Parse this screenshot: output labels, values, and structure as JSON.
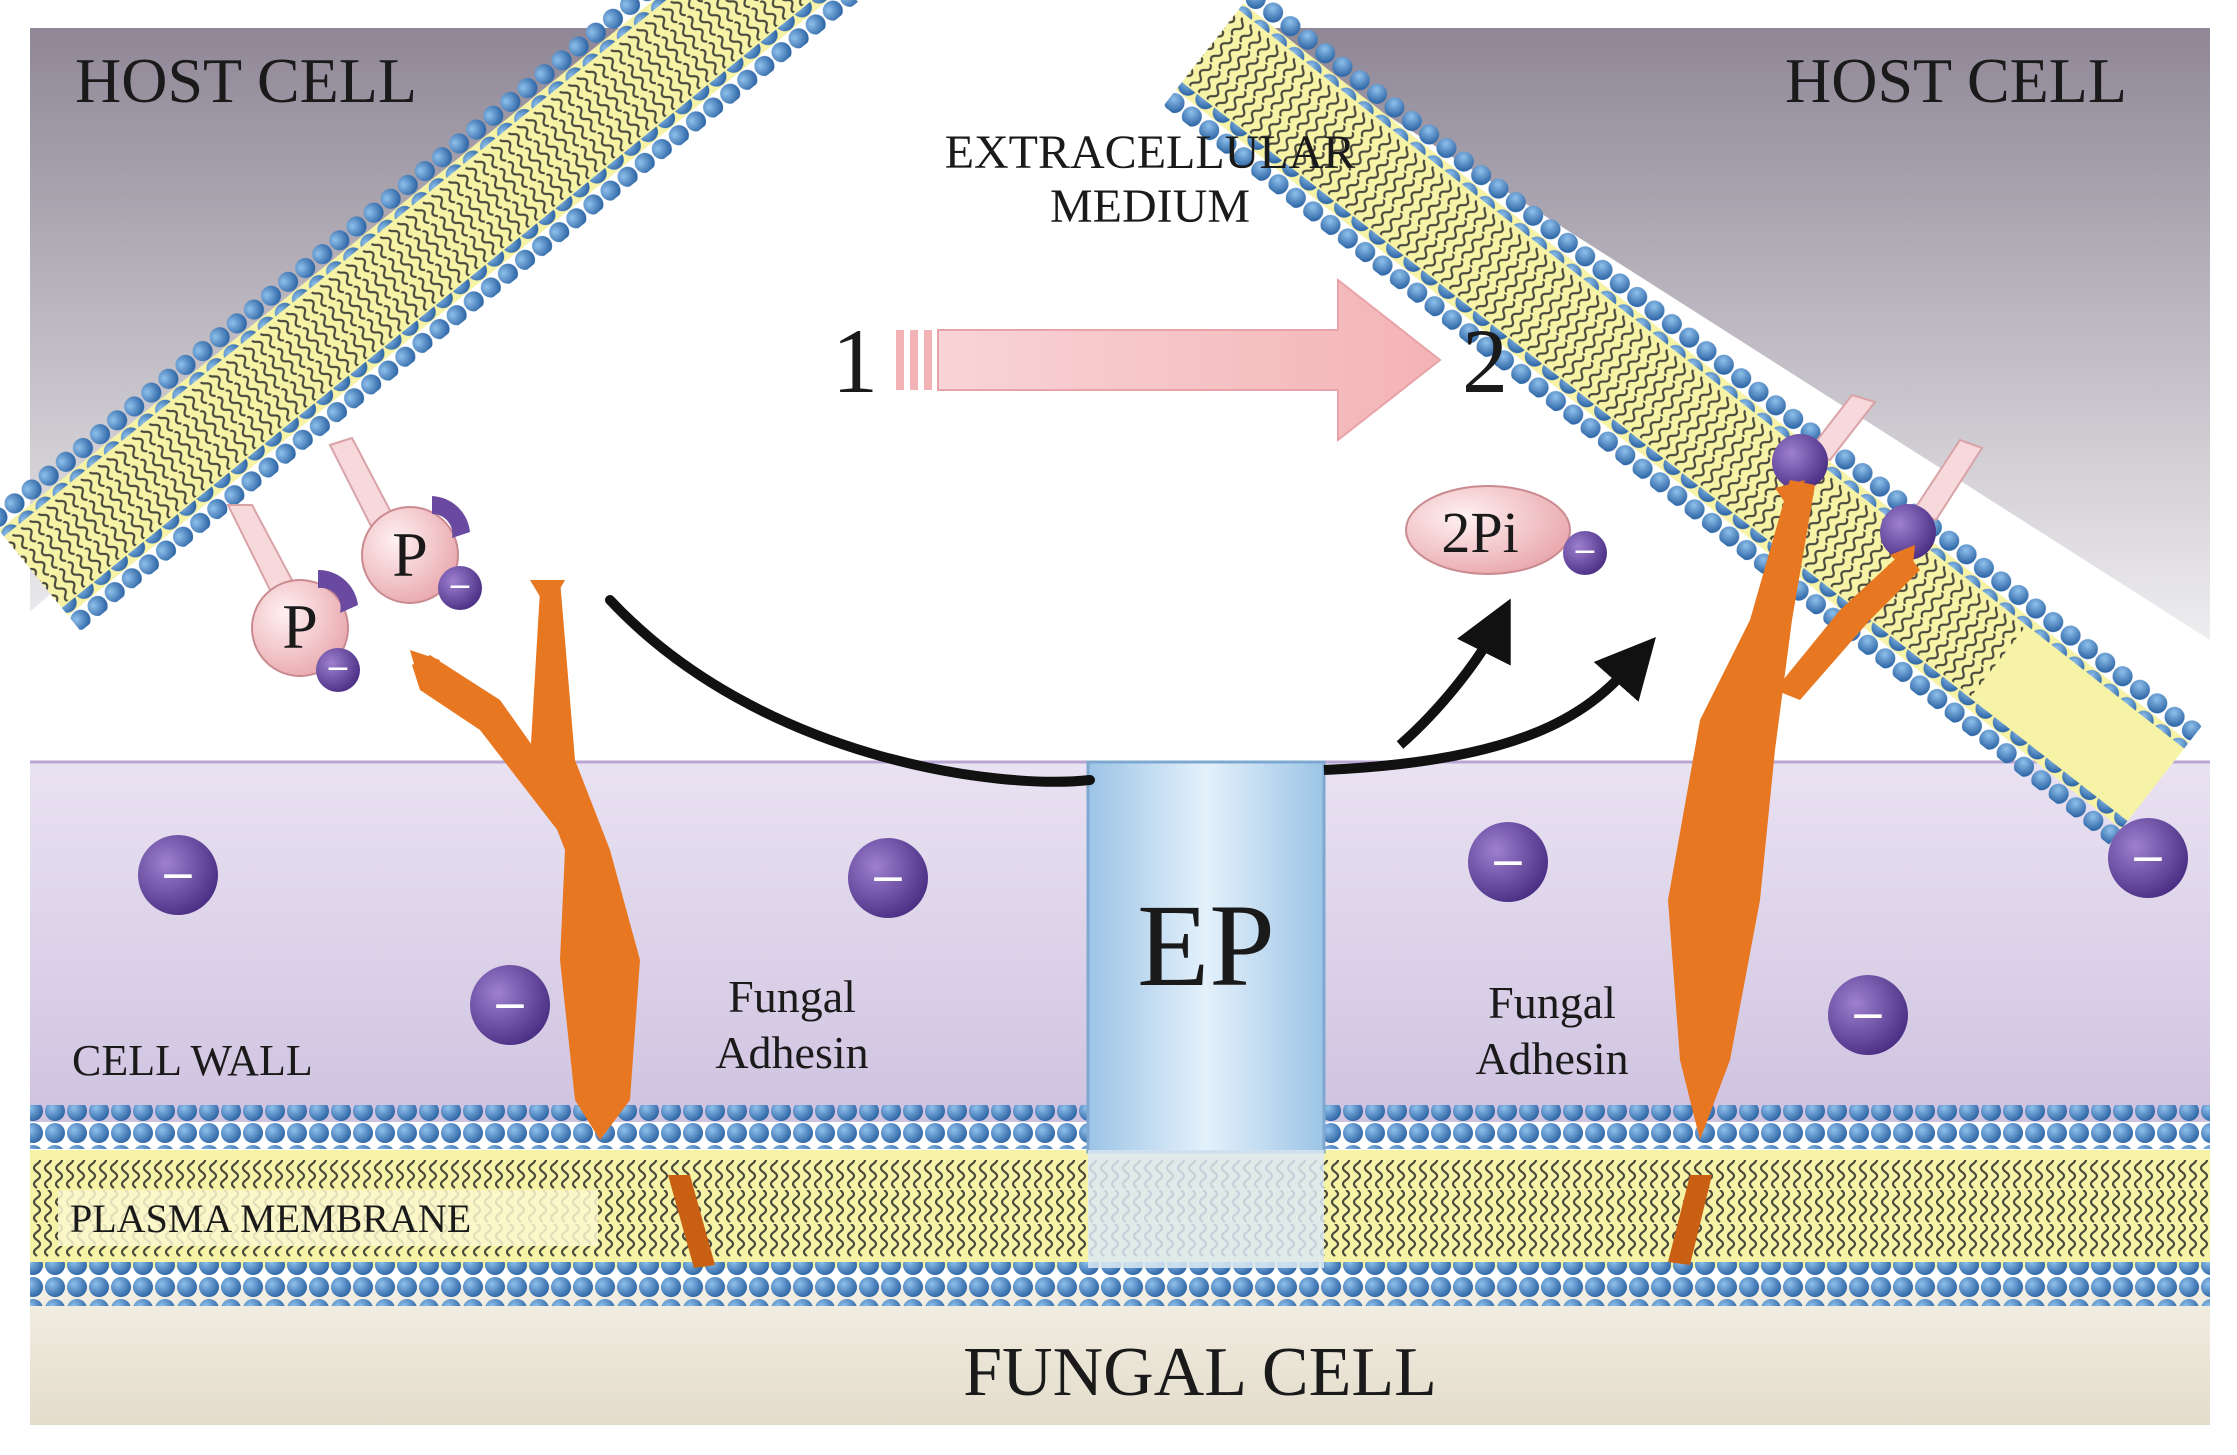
{
  "labels": {
    "host_cell_left": "HOST CELL",
    "host_cell_right": "HOST CELL",
    "extracellular_line1": "EXTRACELLULAR",
    "extracellular_line2": "MEDIUM",
    "step_1": "1",
    "step_2": "2",
    "phosphate_product": "2Pi",
    "phosphate_symbol": "P",
    "enzyme": "EP",
    "cell_wall": "CELL WALL",
    "plasma_membrane": "PLASMA MEMBRANE",
    "fungal_cell": "FUNGAL CELL",
    "adhesin_left_line1": "Fungal",
    "adhesin_left_line2": "Adhesin",
    "adhesin_right_line1": "Fungal",
    "adhesin_right_line2": "Adhesin",
    "negative_charge_symbol": "−"
  },
  "colors": {
    "host_gradient_top": "#8f8796",
    "host_gradient_bottom": "#ffffff",
    "cell_wall": "#dcd3e8",
    "membrane_head": "#3f7fc0",
    "membrane_core": "#f6f2a6",
    "adhesin": "#e87722",
    "negative_charge": "#6a4aa0",
    "phosphate": "#f4c7cb",
    "enzyme": "#bcd9f0",
    "process_arrow": "#f7c6c8",
    "fungal_cell": "#eee8d9"
  }
}
